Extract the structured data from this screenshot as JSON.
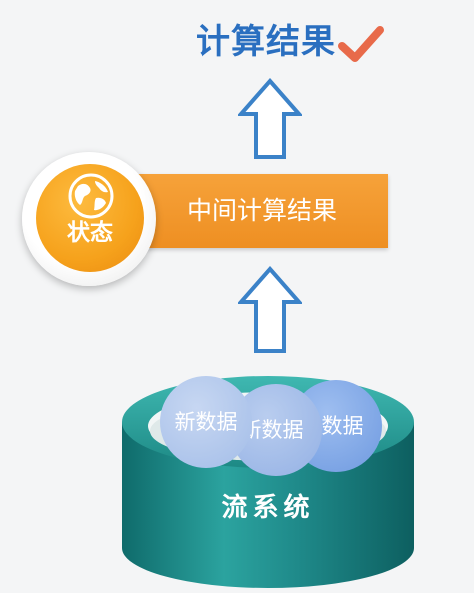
{
  "title": "计算结果",
  "middle_bar_label": "中间计算结果",
  "state_label": "状态",
  "data_balls": [
    "新数据",
    "新数据",
    "新数据"
  ],
  "cylinder_label": "流系统",
  "icons": [
    "check-icon",
    "up-arrow-icon",
    "globe-icon"
  ],
  "colors": {
    "title_blue": "#2a6fc0",
    "check_red": "#e86a4a",
    "arrow_blue": "#3b82c8",
    "bar_orange": "#f09a2a",
    "state_orange": "#f6a21c",
    "cylinder_teal": "#1f8a8a",
    "ball_blue": "#8fb0e6"
  }
}
